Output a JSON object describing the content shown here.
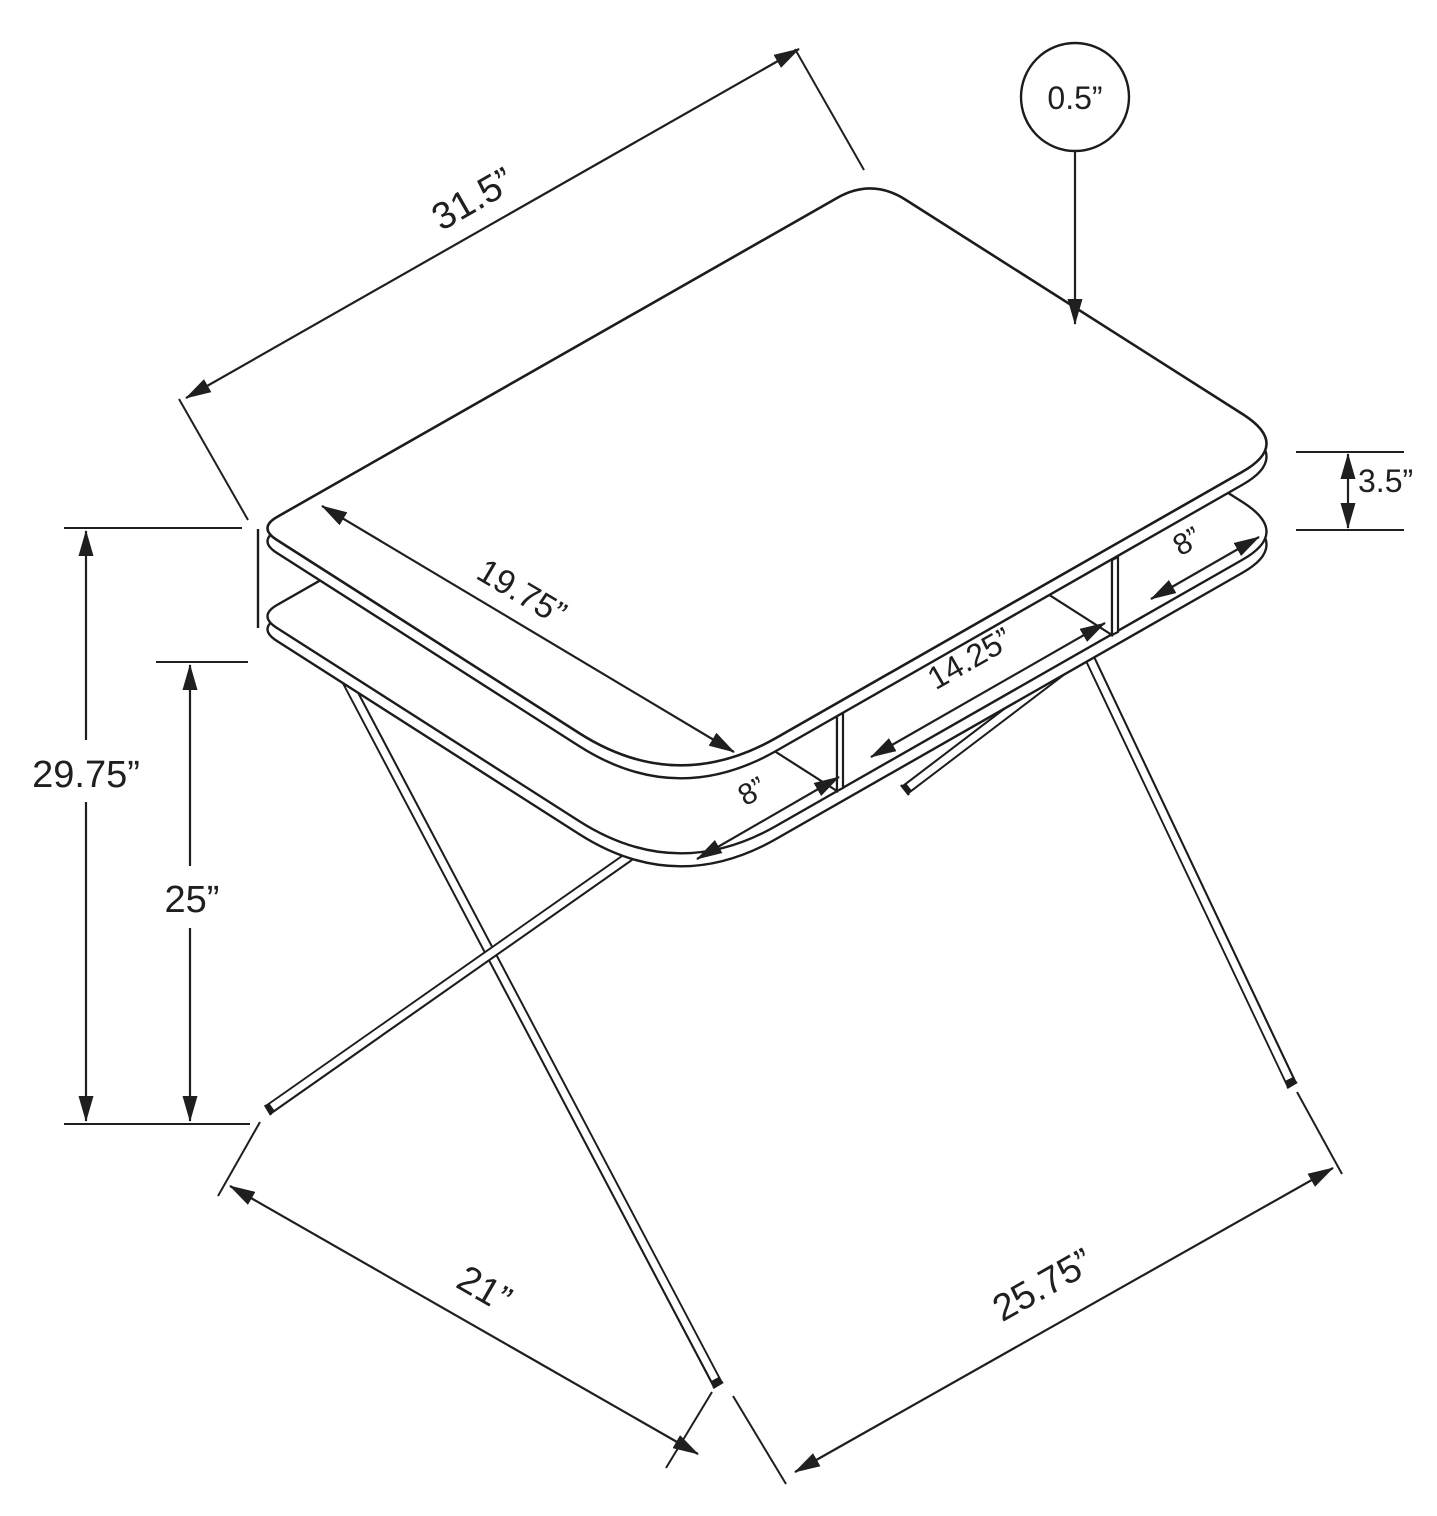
{
  "diagram": {
    "type": "furniture-dimension-drawing",
    "subject": "Computer desk with storage cubbies and crossed metal legs",
    "unit": "inches",
    "line_color": "#1c1c1c",
    "background_color": "#ffffff",
    "dimensions": {
      "top_width": {
        "label": "31.5”",
        "meaning": "desktop width"
      },
      "top_thickness": {
        "label": "0.5”",
        "meaning": "desktop panel thickness"
      },
      "cubby_height": {
        "label": "3.5”",
        "meaning": "open storage height"
      },
      "right_cubby_depth": {
        "label": "8”",
        "meaning": "right cubby size"
      },
      "desktop_depth": {
        "label": "19.75”",
        "meaning": "desktop depth"
      },
      "center_cubby_width": {
        "label": "14.25”",
        "meaning": "center cubby width"
      },
      "left_cubby_width": {
        "label": "8”",
        "meaning": "left cubby size"
      },
      "overall_height": {
        "label": "29.75”",
        "meaning": "overall height"
      },
      "clearance_height": {
        "label": "25”",
        "meaning": "floor to shelf clearance"
      },
      "base_depth": {
        "label": "21”",
        "meaning": "leg base depth"
      },
      "base_width": {
        "label": "25.75”",
        "meaning": "leg base width"
      }
    }
  }
}
